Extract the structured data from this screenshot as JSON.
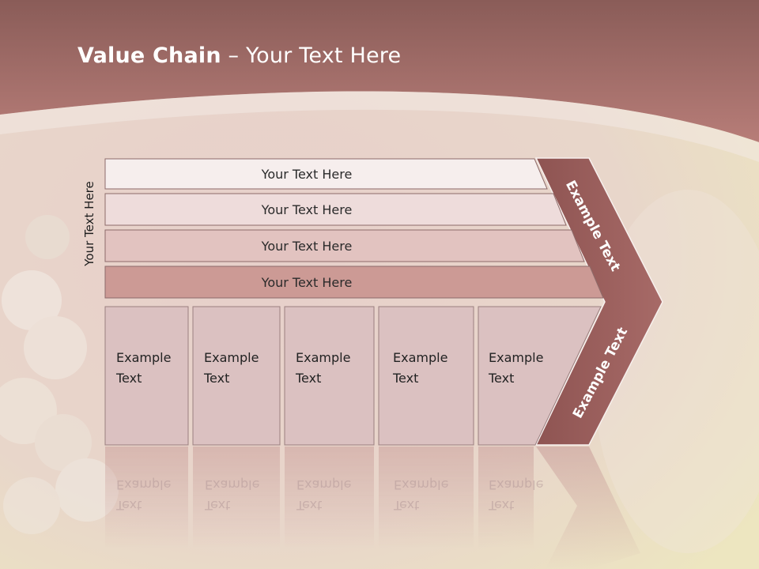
{
  "slide": {
    "title_bold": "Value Chain",
    "title_rest": " – Your Text Here",
    "side_label": "Your Text Here",
    "bars": [
      "Your Text Here",
      "Your Text Here",
      "Your Text Here",
      "Your Text Here"
    ],
    "cells": [
      {
        "line1": "Example",
        "line2": "Text"
      },
      {
        "line1": "Example",
        "line2": "Text"
      },
      {
        "line1": "Example",
        "line2": "Text"
      },
      {
        "line1": "Example",
        "line2": "Text"
      },
      {
        "line1": "Example",
        "line2": "Text"
      }
    ],
    "arrow_top": "Example Text",
    "arrow_bottom": "Example Text"
  },
  "colors": {
    "header": "#a86b66",
    "arrow": "#9a5d5b",
    "bar_light": "#f5eceb",
    "bar_dark": "#c99893",
    "cell": "#d9bcbc"
  }
}
